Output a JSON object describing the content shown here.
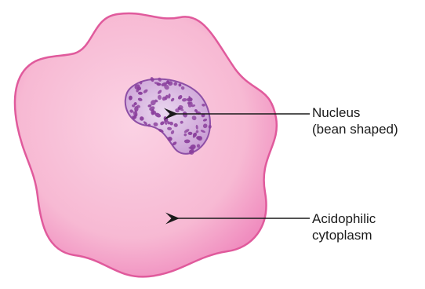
{
  "labels": {
    "nucleus": {
      "line1": "Nucleus",
      "line2": "(bean shaped)"
    },
    "cytoplasm": {
      "line1": "Acidophilic",
      "line2": "cytoplasm"
    }
  },
  "colors": {
    "cell_fill": "#f7b9d3",
    "cell_edge": "#e05a9c",
    "cell_shadow": "#ec7fb4",
    "nucleus_fill": "#d9b8e0",
    "nucleus_edge": "#8e4fa6",
    "chromatin": "#8a3f9c",
    "arrow": "#1a1a1a"
  }
}
